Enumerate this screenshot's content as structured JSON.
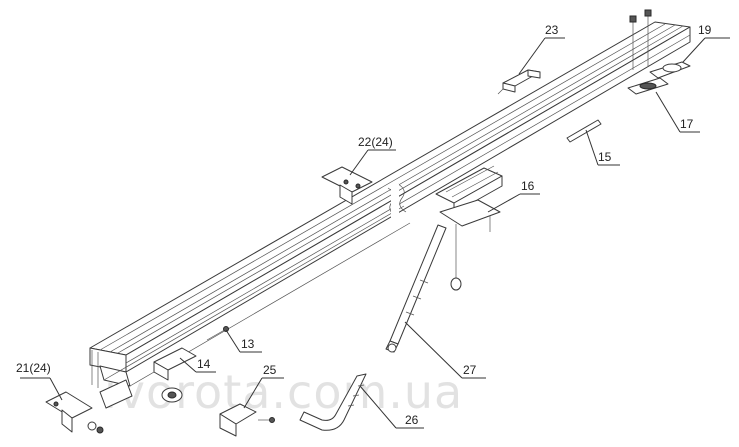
{
  "diagram": {
    "watermark": "ivorota.com.ua",
    "callouts": [
      {
        "id": "c23",
        "label": "23"
      },
      {
        "id": "c19",
        "label": "19"
      },
      {
        "id": "c17",
        "label": "17"
      },
      {
        "id": "c22",
        "label": "22(24)"
      },
      {
        "id": "c15",
        "label": "15"
      },
      {
        "id": "c16",
        "label": "16"
      },
      {
        "id": "c13",
        "label": "13"
      },
      {
        "id": "c14",
        "label": "14"
      },
      {
        "id": "c21",
        "label": "21(24)"
      },
      {
        "id": "c25",
        "label": "25"
      },
      {
        "id": "c27",
        "label": "27"
      },
      {
        "id": "c26",
        "label": "26"
      }
    ]
  }
}
